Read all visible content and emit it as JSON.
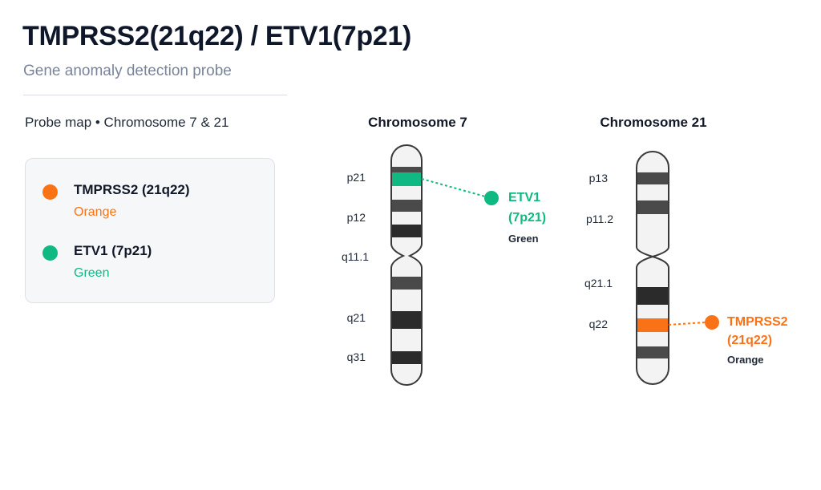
{
  "header": {
    "title": "TMPRSS2(21q22) / ETV1(7p21)",
    "subtitle": "Gene anomaly detection probe"
  },
  "section_label": "Probe map • Chromosome 7 & 21",
  "colors": {
    "orange": "#f97316",
    "green": "#10b981",
    "band_dark": "#2b2b2b",
    "band_gray": "#4a4a4a",
    "chrom_fill": "#f3f3f3",
    "chrom_outline": "#3a3a3a"
  },
  "legend": [
    {
      "name": "TMPRSS2 (21q22)",
      "color_label": "Orange",
      "color": "#f97316"
    },
    {
      "name": "ETV1 (7p21)",
      "color_label": "Green",
      "color": "#10b981"
    }
  ],
  "chromosome7": {
    "title": "Chromosome 7",
    "bands": [
      "p21",
      "p12",
      "q11.1",
      "q21",
      "q31"
    ],
    "probe": {
      "gene": "ETV1",
      "locus": "(7p21)",
      "color_label": "Green",
      "color": "#10b981"
    }
  },
  "chromosome21": {
    "title": "Chromosome 21",
    "bands": [
      "p13",
      "p11.2",
      "q21.1",
      "q22"
    ],
    "probe": {
      "gene": "TMPRSS2",
      "locus": "(21q22)",
      "color_label": "Orange",
      "color": "#f97316"
    }
  }
}
